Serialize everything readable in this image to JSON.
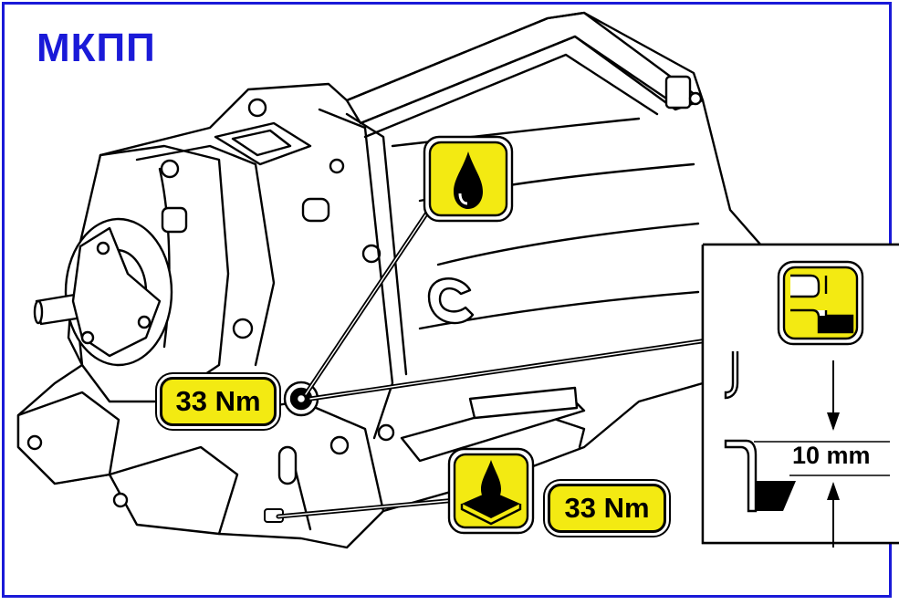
{
  "title": "МКПП",
  "callouts": {
    "drain_plug_torque": "33 Nm",
    "fill_plug_torque": "33 Nm"
  },
  "detail": {
    "level_distance": "10 mm"
  },
  "icons": {
    "fill_icon": "oil-drop-icon",
    "drain_icon": "oil-drain-tray-icon",
    "level_icon": "oil-level-check-icon"
  },
  "colors": {
    "frame": "#1a1ad8",
    "title": "#1a1ad8",
    "callout_fill": "#f3ea12",
    "line": "#000000"
  }
}
